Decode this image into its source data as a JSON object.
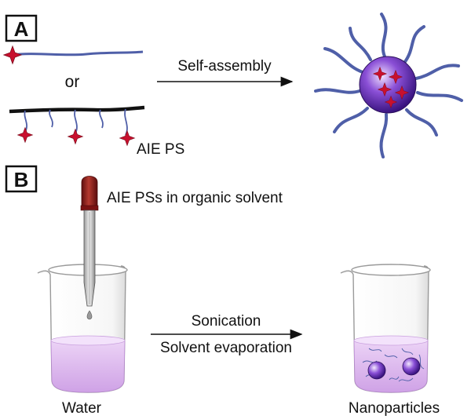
{
  "panels": [
    {
      "letter": "A"
    },
    {
      "letter": "B"
    }
  ],
  "panel_a": {
    "or_label": "or",
    "arrow_label": "Self-assembly",
    "ps_label": "AIE PS"
  },
  "panel_b": {
    "dropper_label": "AIE PSs in organic solvent",
    "arrow_label_top": "Sonication",
    "arrow_label_bottom": "Solvent evaporation",
    "left_beaker_label": "Water",
    "right_beaker_label": "Nanoparticles"
  },
  "colors": {
    "chain": "#4f5fa8",
    "backbone": "#111111",
    "star": "#c8102e",
    "micelle": "#6b2fc4",
    "liquid": "#d9b3ec",
    "dropper_bulb": "#8b1a1a"
  }
}
